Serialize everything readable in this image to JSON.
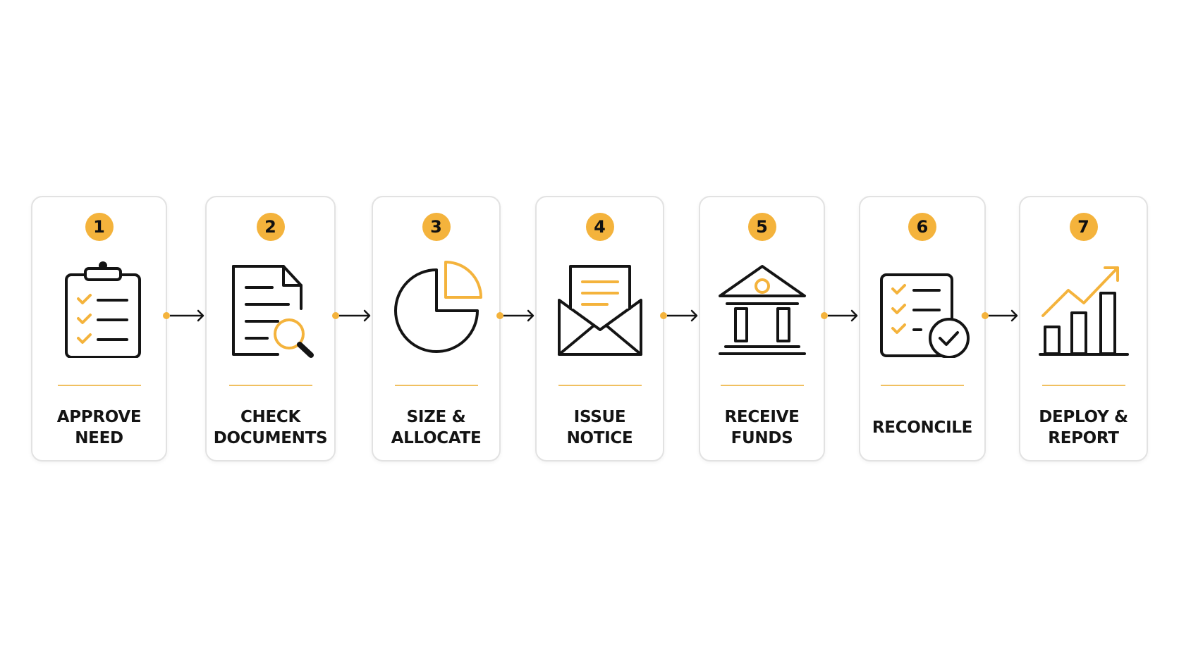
{
  "colors": {
    "accent": "#f4b33c",
    "icon_stroke": "#141414",
    "card_border": "#e2e2e2",
    "divider": "#f0c060"
  },
  "steps": [
    {
      "number": "1",
      "label": "APPROVE\nNEED",
      "icon": "clipboard-checklist-icon"
    },
    {
      "number": "2",
      "label": "CHECK\nDOCUMENTS",
      "icon": "document-search-icon"
    },
    {
      "number": "3",
      "label": "SIZE &\nALLOCATE",
      "icon": "pie-chart-icon"
    },
    {
      "number": "4",
      "label": "ISSUE\nNOTICE",
      "icon": "envelope-letter-icon"
    },
    {
      "number": "5",
      "label": "RECEIVE\nFUNDS",
      "icon": "bank-icon"
    },
    {
      "number": "6",
      "label": "RECONCILE",
      "icon": "checklist-check-icon"
    },
    {
      "number": "7",
      "label": "DEPLOY &\nREPORT",
      "icon": "growth-chart-icon"
    }
  ]
}
